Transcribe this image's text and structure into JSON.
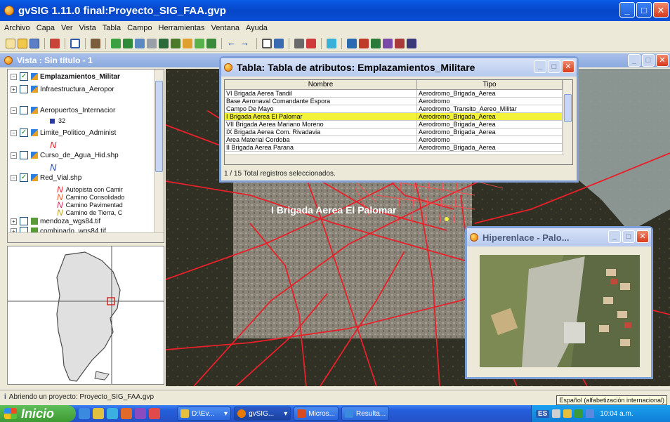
{
  "window": {
    "title": "gvSIG 1.11.0 final:Proyecto_SIG_FAA.gvp"
  },
  "menu": [
    "Archivo",
    "Capa",
    "Ver",
    "Vista",
    "Tabla",
    "Campo",
    "Herramientas",
    "Ventana",
    "Ayuda"
  ],
  "view": {
    "title": "Vista : Sin título - 1"
  },
  "toc": {
    "layers": [
      {
        "label": "Emplazamientos_Militar",
        "checked": true,
        "bold": true
      },
      {
        "label": "Infraestructura_Aeropor",
        "checked": false
      },
      {
        "label": "Aeropuertos_Internacior",
        "checked": false
      },
      {
        "label": "Limite_Politico_Administ",
        "checked": true
      },
      {
        "label": "Curso_de_Agua_Hid.shp",
        "checked": false
      },
      {
        "label": "Red_Vial.shp",
        "checked": true
      },
      {
        "label": "mendoza_wgs84.tif",
        "checked": false
      },
      {
        "label": "combinado_wgs84.tif",
        "checked": false
      }
    ],
    "legend_value": "32",
    "road_legend": [
      "Autopista con Camir",
      "Camino Consolidado",
      "Camino Pavimentad",
      "Camino de Tierra, C"
    ]
  },
  "table_window": {
    "title": "Tabla: Tabla de atributos: Emplazamientos_Militare",
    "columns": [
      "Nombre",
      "Tipo"
    ],
    "rows": [
      [
        "VI Brigada Aerea Tandil",
        "Aerodromo_Brigada_Aerea"
      ],
      [
        "Base Aeronaval Comandante Espora",
        "Aerodromo"
      ],
      [
        "Campo De Mayo",
        "Aerodromo_Transito_Aereo_Militar"
      ],
      [
        "I Brigada Aerea El Palomar",
        "Aerodromo_Brigada_Aerea"
      ],
      [
        "VII Brigada Aerea Mariano Moreno",
        "Aerodromo_Brigada_Aerea"
      ],
      [
        "IX Brigada Aerea Com. Rivadavia",
        "Aerodromo_Brigada_Aerea"
      ],
      [
        "Area Material Cordoba",
        "Aerodromo"
      ],
      [
        "II Brigada Aerea Parana",
        "Aerodromo_Brigada_Aerea"
      ]
    ],
    "selected_row": 3,
    "status": "1 / 15 Total registros seleccionados."
  },
  "map": {
    "label": "I Brigada Aerea El Palomar"
  },
  "hyperlink_window": {
    "title": "Hiperenlace - Palo..."
  },
  "status_bar": {
    "text": "Abriendo un proyecto: Proyecto_SIG_FAA.gvp"
  },
  "language_tip": "Español (alfabetización internacional)",
  "taskbar": {
    "start_label": "Inicio",
    "tasks": [
      "D:\\Ev...",
      "gvSIG...",
      "Micros...",
      "Resulta..."
    ],
    "clock": "10:04 a.m."
  },
  "colors": {
    "selection": "#f3f23a",
    "roads": "#e8202a",
    "title_bar": "#0a5ce6"
  }
}
